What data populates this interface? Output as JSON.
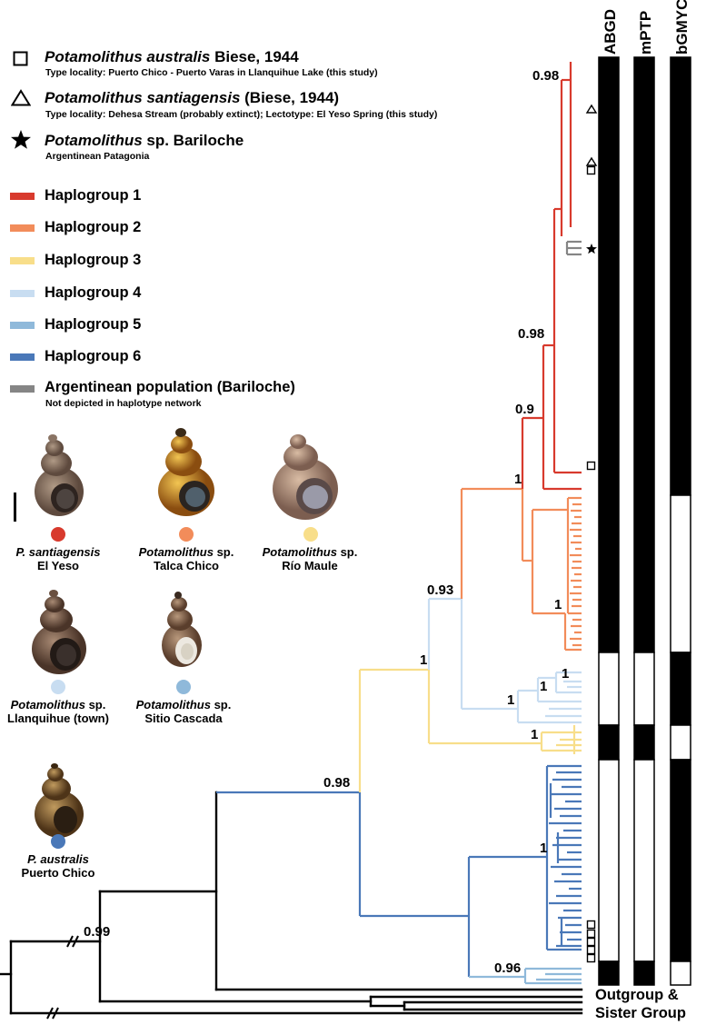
{
  "legend": {
    "species": [
      {
        "symbol": "square-icon",
        "genus": "Potamolithus",
        "epithet": "australis",
        "rest": " Biese, 1944",
        "sub": "Type locality: Puerto Chico - Puerto Varas in Llanquihue Lake (this study)"
      },
      {
        "symbol": "triangle-icon",
        "genus": "Potamolithus",
        "epithet": "santiagensis",
        "rest": " (Biese, 1944)",
        "sub": "Type locality: Dehesa Stream (probably extinct); Lectotype: El Yeso Spring (this study)"
      },
      {
        "symbol": "star-icon",
        "genus": "Potamolithus",
        "epithet": "",
        "rest": " sp. Bariloche",
        "sub": "Argentinean Patagonia"
      }
    ],
    "haplogroups": [
      {
        "label": "Haplogroup 1",
        "color": "#d83a2d"
      },
      {
        "label": "Haplogroup 2",
        "color": "#f28c5a"
      },
      {
        "label": "Haplogroup 3",
        "color": "#f8de8a"
      },
      {
        "label": "Haplogroup 4",
        "color": "#c8ddf1"
      },
      {
        "label": "Haplogroup 5",
        "color": "#8fb9da"
      },
      {
        "label": "Haplogroup 6",
        "color": "#4a78b8"
      },
      {
        "label": "Argentinean population (Bariloche)",
        "color": "#858585"
      }
    ],
    "bariloche_note": "Not depicted in haplotype network"
  },
  "specimens": [
    {
      "line1_italic": "P. santiagensis",
      "line1_rest": "",
      "line2": "El Yeso",
      "dot": "#d83a2d"
    },
    {
      "line1_italic": "Potamolithus",
      "line1_rest": " sp.",
      "line2": "Talca Chico",
      "dot": "#f28c5a"
    },
    {
      "line1_italic": "Potamolithus",
      "line1_rest": " sp.",
      "line2": "Río Maule",
      "dot": "#f8de8a"
    },
    {
      "line1_italic": "Potamolithus",
      "line1_rest": " sp.",
      "line2": "Llanquihue (town)",
      "dot": "#c8ddf1"
    },
    {
      "line1_italic": "Potamolithus",
      "line1_rest": " sp.",
      "line2": "Sitio Cascada",
      "dot": "#8fb9da"
    },
    {
      "line1_italic": "P. australis",
      "line1_rest": "",
      "line2": "Puerto Chico",
      "dot": "#4a78b8"
    }
  ],
  "tree": {
    "support_values": [
      "0.98",
      "0.98",
      "0.9",
      "1",
      "1",
      "0.93",
      "1",
      "1",
      "1",
      "1",
      "0.98",
      "1",
      "1",
      "0.96",
      "0.99"
    ],
    "outgroup_label": [
      "Outgroup &",
      "Sister Group"
    ]
  },
  "delimitation": {
    "methods": [
      "ABGD",
      "mPTP",
      "bGMYC"
    ],
    "colors": {
      "filled": "#000000",
      "empty": "#ffffff"
    }
  }
}
